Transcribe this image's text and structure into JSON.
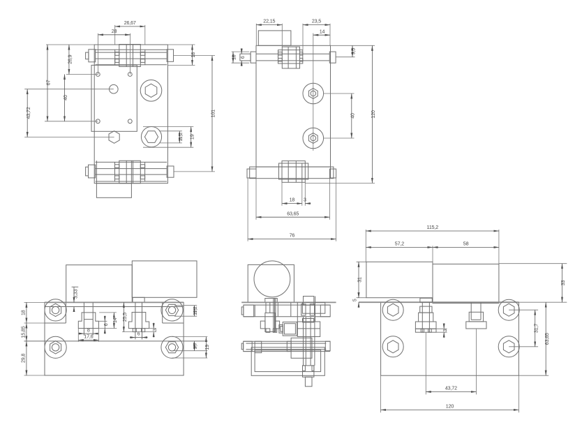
{
  "drawing": {
    "type": "engineering-cad-multiview",
    "background": "#ffffff",
    "line_color": "#6f6f6f",
    "dimension_color": "#3f3f3f",
    "views": {
      "front": {
        "position": "top-left",
        "dims": [
          "26,67",
          "28",
          "26,9",
          "67",
          "40",
          "43,72",
          "18",
          "101",
          "11,2",
          "19"
        ]
      },
      "side": {
        "position": "top-middle",
        "dims": [
          "22,15",
          "23,5",
          "14",
          "10",
          "6",
          "9,5",
          "40",
          "120",
          "18",
          "3",
          "63,65",
          "76"
        ]
      },
      "bottom": {
        "position": "bottom-left",
        "dims": [
          "3,33",
          "18",
          "15,85",
          "29,8",
          "8",
          "17,6",
          "6",
          "14",
          "25,5",
          "6",
          "3",
          "11,2",
          "9,7",
          "19"
        ]
      },
      "back": {
        "position": "bottom-middle",
        "dims": []
      },
      "end": {
        "position": "bottom-right",
        "dims": [
          "115,2",
          "57,2",
          "58",
          "31",
          "5",
          "33",
          "31,7",
          "63,65",
          "3",
          "43,72",
          "120"
        ]
      }
    }
  }
}
